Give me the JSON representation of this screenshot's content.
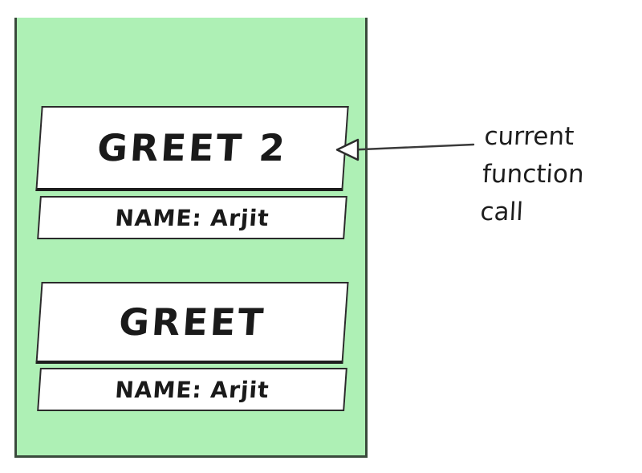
{
  "diagram": {
    "title_concept": "call-stack",
    "colors": {
      "stack_background": "#aef0b5",
      "frame_background": "#ffffff",
      "stroke": "#2b2b2b",
      "text": "#1a1a1a"
    },
    "stack": {
      "frames": [
        {
          "id": "current",
          "function_label": "GREET 2",
          "argument_label": "NAME: Arjit",
          "is_current": true
        },
        {
          "id": "below",
          "function_label": "GREET",
          "argument_label": "NAME: Arjit",
          "is_current": false
        }
      ]
    },
    "annotation": {
      "target_frame_id": "current",
      "lines": [
        "current",
        "function",
        "call"
      ],
      "full_text": "current function call",
      "arrow": {
        "style": "open-triangle-head",
        "direction": "left"
      }
    }
  }
}
